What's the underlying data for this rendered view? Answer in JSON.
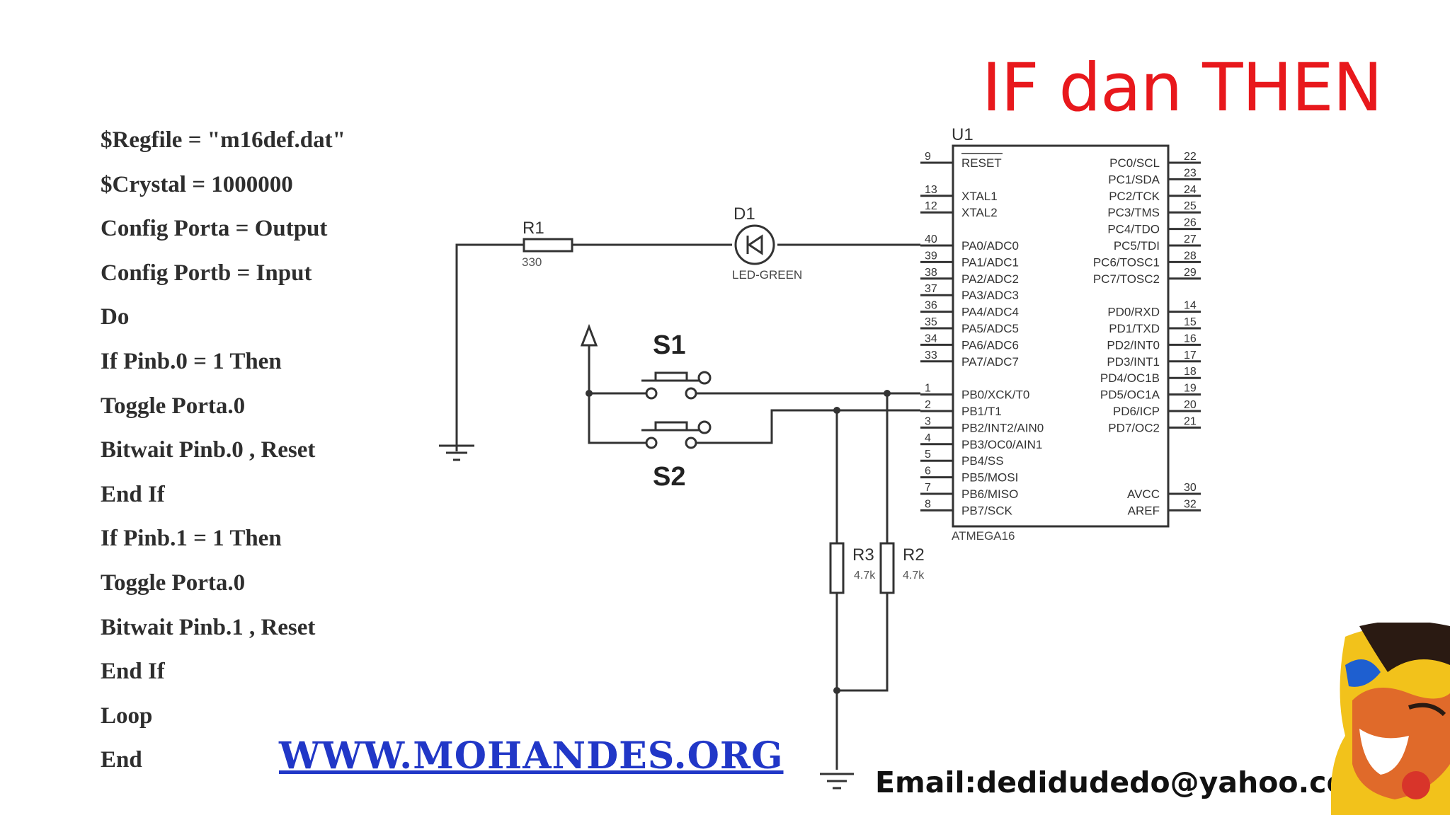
{
  "title": "IF dan THEN",
  "code_lines": [
    "$Regfile = \"m16def.dat\"",
    "$Crystal = 1000000",
    "Config Porta = Output",
    "Config Portb = Input",
    "Do",
    "If Pinb.0 = 1 Then",
    "Toggle Porta.0",
    "Bitwait Pinb.0 , Reset",
    "End If",
    "If Pinb.1 = 1 Then",
    "Toggle Porta.0",
    "Bitwait Pinb.1 , Reset",
    "End If",
    "Loop",
    "End"
  ],
  "website": "WWW.MOHANDES.ORG",
  "email": "Email:dedidudedo@yahoo.com",
  "schematic": {
    "chip": {
      "ref": "U1",
      "part": "ATMEGA16",
      "left_pins": [
        {
          "num": "9",
          "name": "RESET"
        },
        {
          "num": "13",
          "name": "XTAL1"
        },
        {
          "num": "12",
          "name": "XTAL2"
        },
        {
          "num": "40",
          "name": "PA0/ADC0"
        },
        {
          "num": "39",
          "name": "PA1/ADC1"
        },
        {
          "num": "38",
          "name": "PA2/ADC2"
        },
        {
          "num": "37",
          "name": "PA3/ADC3"
        },
        {
          "num": "36",
          "name": "PA4/ADC4"
        },
        {
          "num": "35",
          "name": "PA5/ADC5"
        },
        {
          "num": "34",
          "name": "PA6/ADC6"
        },
        {
          "num": "33",
          "name": "PA7/ADC7"
        },
        {
          "num": "1",
          "name": "PB0/XCK/T0"
        },
        {
          "num": "2",
          "name": "PB1/T1"
        },
        {
          "num": "3",
          "name": "PB2/INT2/AIN0"
        },
        {
          "num": "4",
          "name": "PB3/OC0/AIN1"
        },
        {
          "num": "5",
          "name": "PB4/SS"
        },
        {
          "num": "6",
          "name": "PB5/MOSI"
        },
        {
          "num": "7",
          "name": "PB6/MISO"
        },
        {
          "num": "8",
          "name": "PB7/SCK"
        }
      ],
      "right_pins": [
        {
          "num": "22",
          "name": "PC0/SCL"
        },
        {
          "num": "23",
          "name": "PC1/SDA"
        },
        {
          "num": "24",
          "name": "PC2/TCK"
        },
        {
          "num": "25",
          "name": "PC3/TMS"
        },
        {
          "num": "26",
          "name": "PC4/TDO"
        },
        {
          "num": "27",
          "name": "PC5/TDI"
        },
        {
          "num": "28",
          "name": "PC6/TOSC1"
        },
        {
          "num": "29",
          "name": "PC7/TOSC2"
        },
        {
          "num": "14",
          "name": "PD0/RXD"
        },
        {
          "num": "15",
          "name": "PD1/TXD"
        },
        {
          "num": "16",
          "name": "PD2/INT0"
        },
        {
          "num": "17",
          "name": "PD3/INT1"
        },
        {
          "num": "18",
          "name": "PD4/OC1B"
        },
        {
          "num": "19",
          "name": "PD5/OC1A"
        },
        {
          "num": "20",
          "name": "PD6/ICP"
        },
        {
          "num": "21",
          "name": "PD7/OC2"
        },
        {
          "num": "30",
          "name": "AVCC"
        },
        {
          "num": "32",
          "name": "AREF"
        }
      ]
    },
    "r1": {
      "ref": "R1",
      "value": "330"
    },
    "d1": {
      "ref": "D1",
      "value": "LED-GREEN"
    },
    "s1": {
      "ref": "S1"
    },
    "s2": {
      "ref": "S2"
    },
    "r3": {
      "ref": "R3",
      "value": "4.7k"
    },
    "r2": {
      "ref": "R2",
      "value": "4.7k"
    }
  },
  "colors": {
    "title": "#e8181c",
    "website": "#2137c7",
    "wire": "#333333",
    "code": "#2e2e2e"
  }
}
